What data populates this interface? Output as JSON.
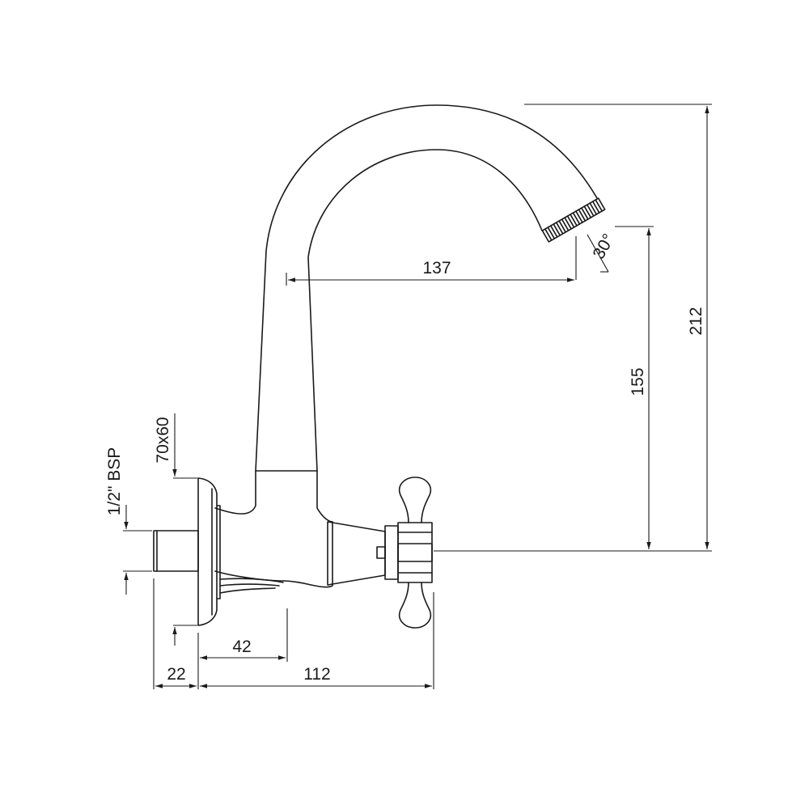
{
  "drawing": {
    "dimensions": {
      "spout_reach": "137",
      "spout_angle": "30°",
      "outlet_height": "155",
      "total_height": "212",
      "wall_plate": "70x60",
      "thread": "1/2\" BSP",
      "plate_to_body": "42",
      "inlet_length": "22",
      "plate_to_handle": "112"
    },
    "colors": {
      "line": "#1a1a1a",
      "background": "#ffffff"
    }
  }
}
